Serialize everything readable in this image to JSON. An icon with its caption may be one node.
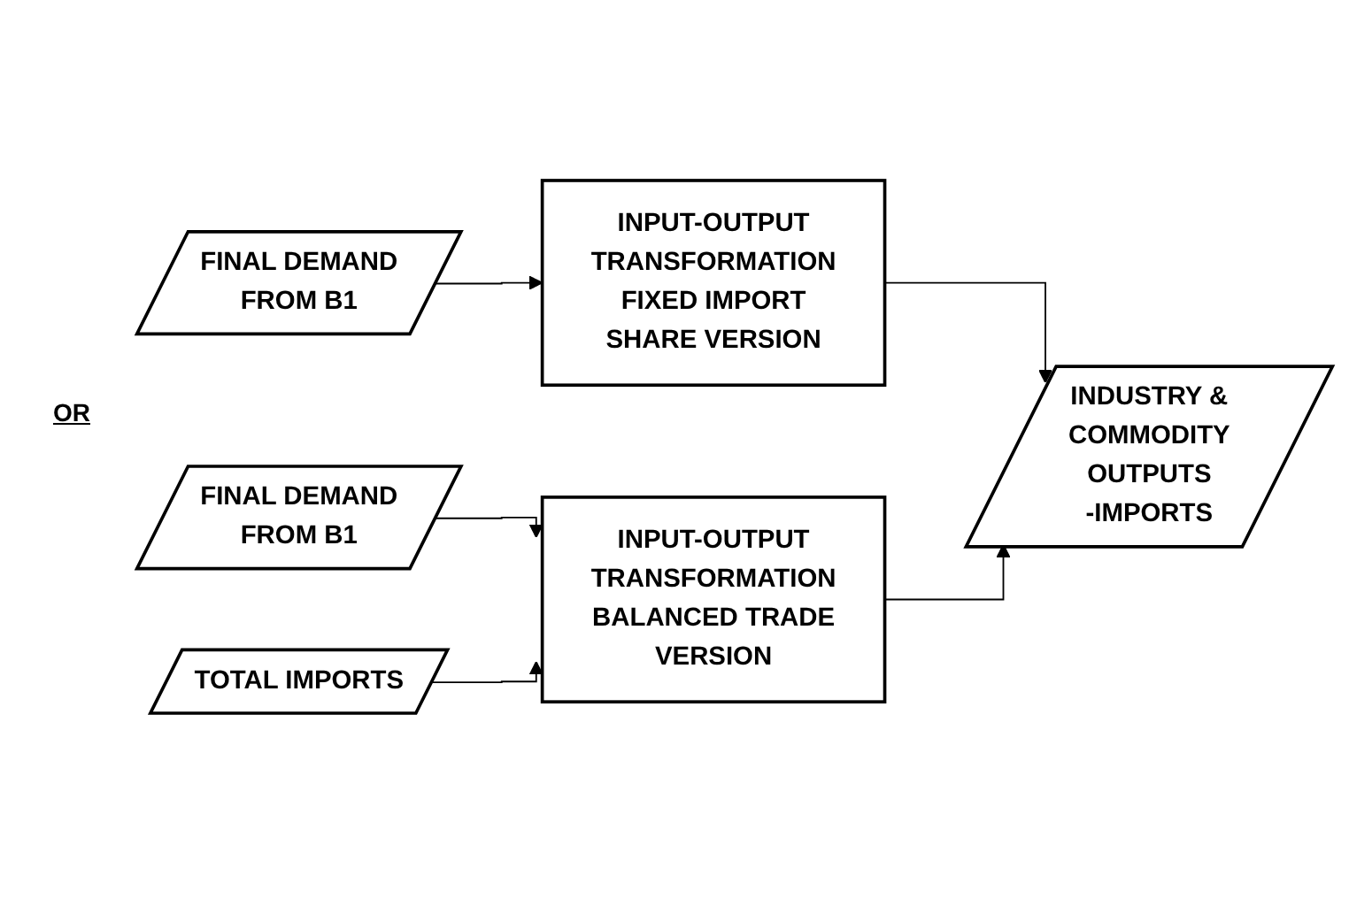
{
  "diagram": {
    "nodes": [
      {
        "text": [
          "FINAL DEMAND FROM B1"
        ]
      },
      {
        "text": [
          "INPUT-OUTPUT TRANSFORMATION FIXED IMPORT SHARE VERSION"
        ]
      },
      {
        "text": [
          "INDUSTRY & COMMODITY OUTPUTS -IMPORTS"
        ]
      },
      {
        "text": [
          "FINAL DEMAND FROM B1"
        ]
      },
      {
        "text": [
          "TOTAL IMPORTS"
        ]
      },
      {
        "text": [
          "INPUT-OUTPUT TRANSFORMATION BALANCED TRADE VERSION"
        ]
      }
    ],
    "edges": [
      {
        "from": 0,
        "to": 1,
        "arrow": "to"
      },
      {
        "from": 1,
        "to": 2,
        "arrow": "to"
      },
      {
        "from": 3,
        "to": 5,
        "arrow": "to"
      },
      {
        "from": 4,
        "to": 5,
        "arrow": "to"
      },
      {
        "from": 5,
        "to": 2,
        "arrow": "to"
      }
    ],
    "labels": [
      "OR"
    ]
  }
}
